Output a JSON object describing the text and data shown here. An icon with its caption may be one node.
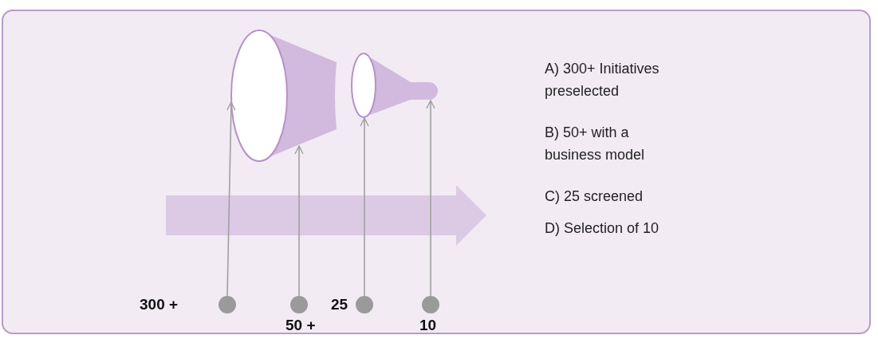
{
  "diagram": {
    "nodes": [
      {
        "text": [],
        "shape": "circle",
        "beside": [
          "300 +"
        ]
      },
      {
        "text": [],
        "shape": "circle",
        "beside": [
          "50 +"
        ]
      },
      {
        "text": [],
        "shape": "circle",
        "beside": [
          "25"
        ]
      },
      {
        "text": [],
        "shape": "circle",
        "beside": [
          "10"
        ]
      },
      {
        "text": [],
        "shape": "funnel"
      },
      {
        "text": [],
        "shape": "funnel"
      }
    ],
    "edges": [
      {
        "from": 0,
        "to": 4,
        "arrow": "to"
      },
      {
        "from": 1,
        "to": 4,
        "arrow": "to"
      },
      {
        "from": 2,
        "to": 5,
        "arrow": "to"
      },
      {
        "from": 3,
        "to": 5,
        "arrow": "to"
      }
    ],
    "labels": [
      "A) 300+ Initiatives preselected",
      "B) 50+ with a business model",
      "C) 25 screened",
      "D) Selection of 10"
    ]
  }
}
